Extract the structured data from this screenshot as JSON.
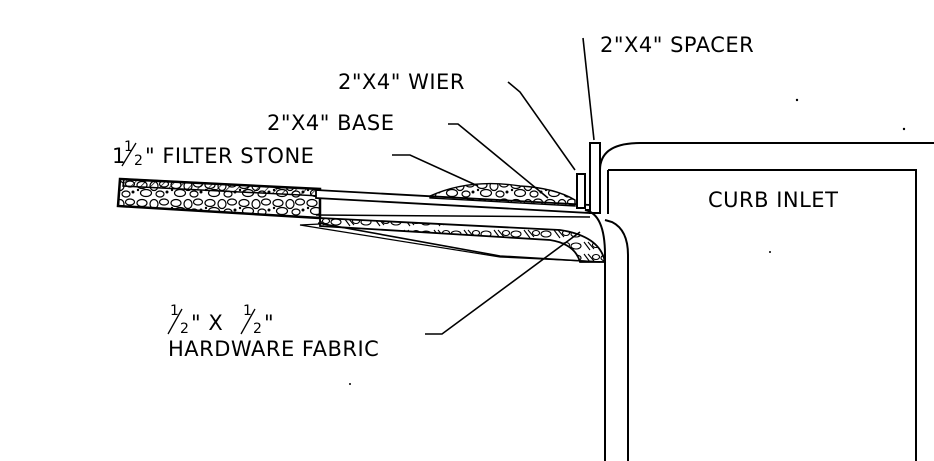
{
  "labels": {
    "spacer": "2\"X4\" SPACER",
    "wier": "2\"X4\" WIER",
    "base": "2\"X4\" BASE",
    "filter_stone": {
      "whole": "1",
      "num": "1",
      "den": "2",
      "rest": "\" FILTER STONE"
    },
    "curb_inlet": "CURB INLET",
    "fabric": {
      "num1": "1",
      "den1": "2",
      "mid": "\" X ",
      "num2": "1",
      "den2": "2",
      "end": "\"",
      "line2": "HARDWARE FABRIC"
    }
  }
}
